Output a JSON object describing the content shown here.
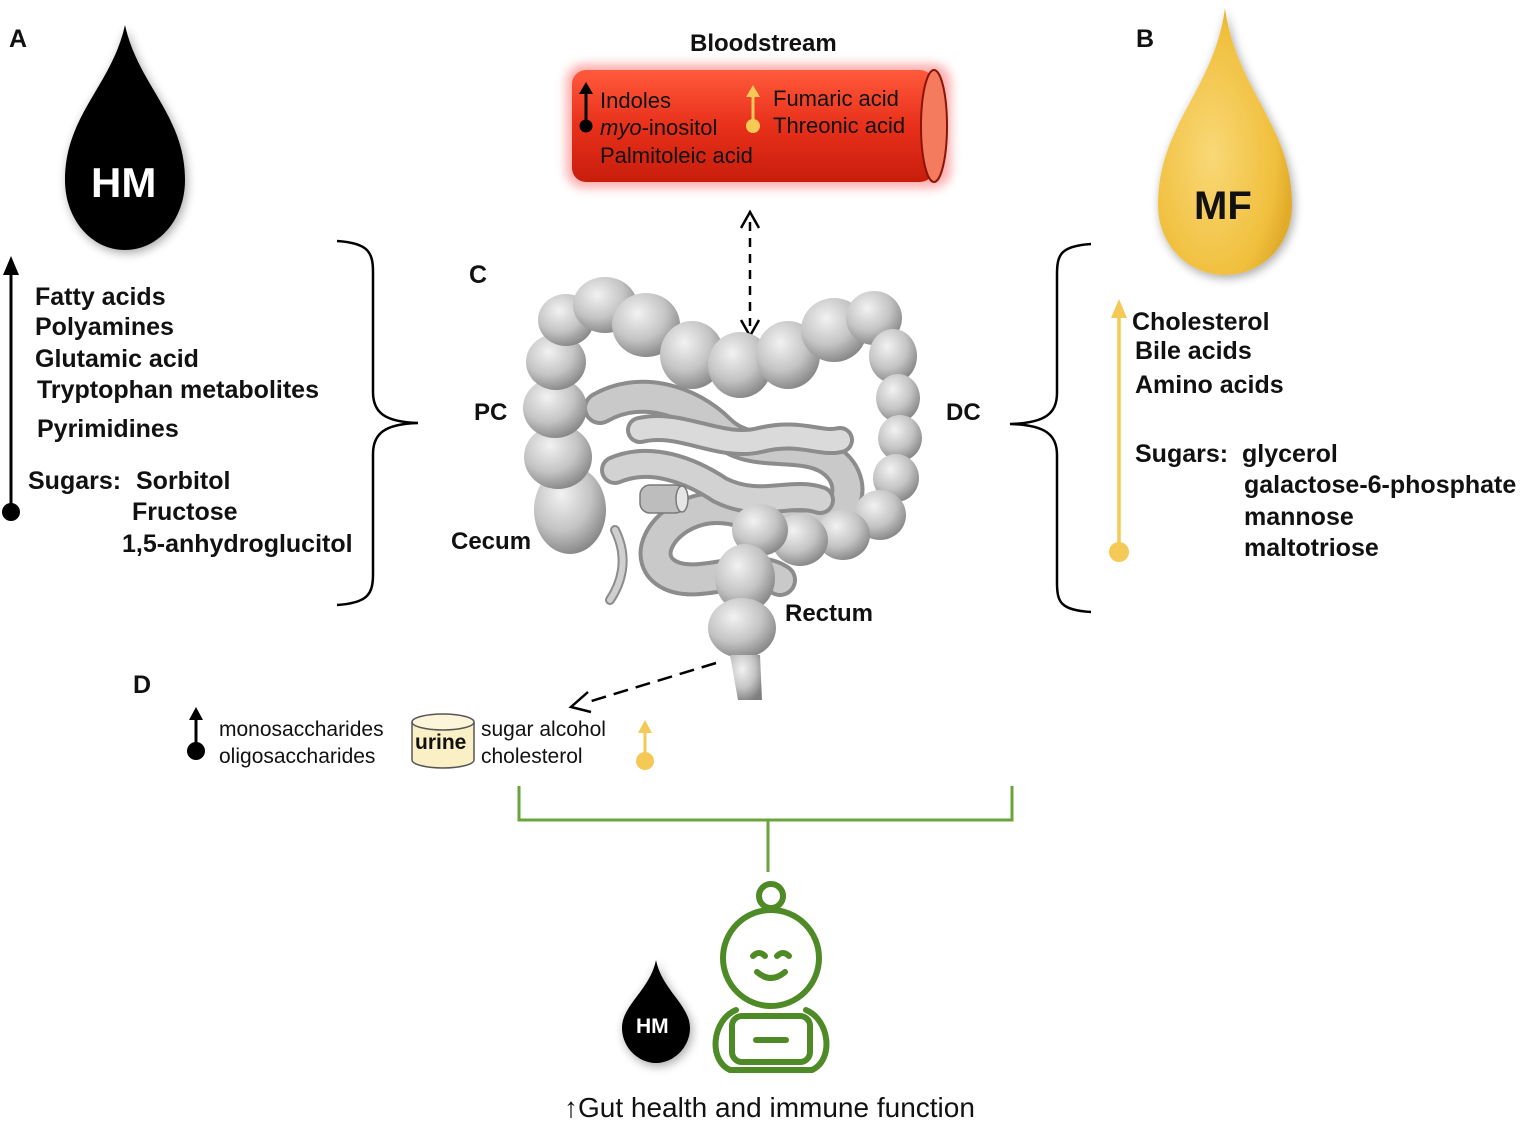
{
  "panels": {
    "a": "A",
    "b": "B",
    "c": "C",
    "d": "D"
  },
  "hm_drop": {
    "label": "HM"
  },
  "mf_drop": {
    "label": "MF"
  },
  "bloodstream": {
    "title": "Bloodstream",
    "hm_items": [
      "Indoles",
      "myo-inositol",
      "Palmitoleic acid"
    ],
    "mf_items": [
      "Fumaric acid",
      "Threonic acid"
    ]
  },
  "hm_metabolites": {
    "items": [
      "Fatty acids",
      "Polyamines",
      "Glutamic acid",
      "Tryptophan metabolites",
      "Pyrimidines"
    ],
    "sugars_label": "Sugars:",
    "sugars": [
      "Sorbitol",
      "Fructose",
      "1,5-anhydroglucitol"
    ]
  },
  "mf_metabolites": {
    "items": [
      "Cholesterol",
      "Bile acids",
      "Amino acids"
    ],
    "sugars_label": "Sugars:",
    "sugars": [
      "glycerol",
      "galactose-6-phosphate",
      "mannose",
      "maltotriose"
    ]
  },
  "colon_labels": {
    "pc": "PC",
    "dc": "DC",
    "cecum": "Cecum",
    "rectum": "Rectum"
  },
  "urine": {
    "label": "urine",
    "hm_items": [
      "monosaccharides",
      "oligosaccharides"
    ],
    "mf_items": [
      "sugar alcohol",
      "cholesterol"
    ]
  },
  "footer": {
    "hm_label": "HM",
    "text": "↑Gut health and immune function"
  },
  "colors": {
    "hm": "#000000",
    "mf": "#f5c955",
    "blood": "#e8301a",
    "infant": "#4e8a26",
    "urine": "#fbefc6"
  }
}
